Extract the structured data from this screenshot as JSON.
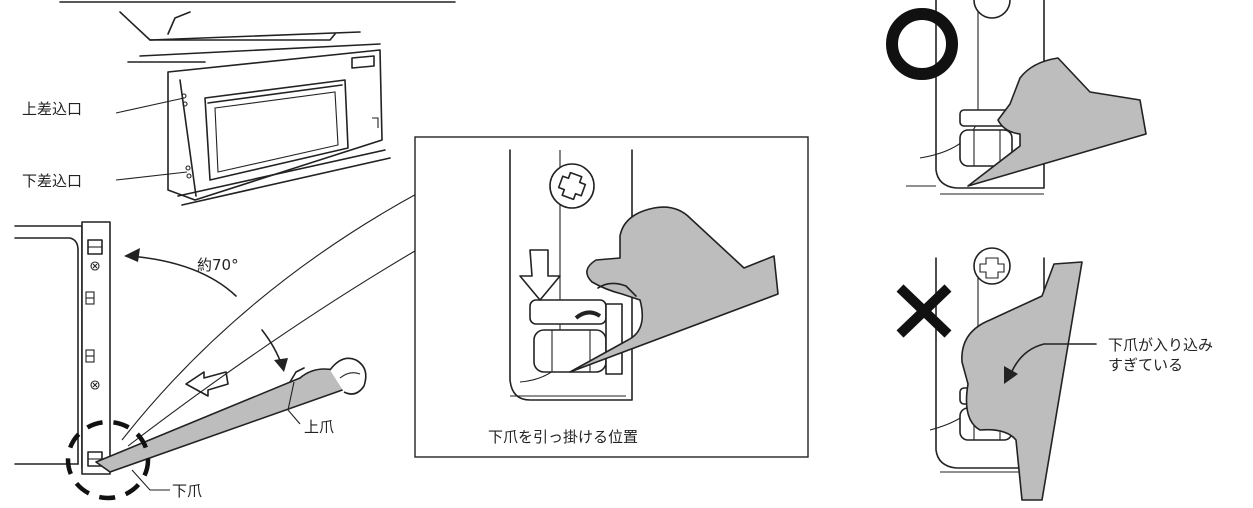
{
  "labels": {
    "upper_slot": "上差込口",
    "lower_slot": "下差込口",
    "angle": "約70°",
    "upper_claw": "上爪",
    "lower_claw": "下爪",
    "detail_caption": "下爪を引っ掛ける位置",
    "wrong_note_line1": "下爪が入り込み",
    "wrong_note_line2": "すぎている"
  },
  "marks": {
    "correct_symbol": "circle",
    "wrong_symbol": "cross"
  }
}
